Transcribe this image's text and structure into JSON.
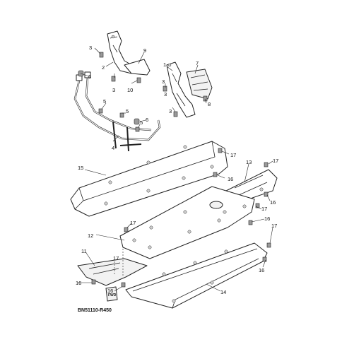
{
  "diagram": {
    "code": "BN51110-R450",
    "callouts": [
      "1",
      "2",
      "3",
      "3",
      "3",
      "3",
      "4",
      "5",
      "5",
      "5",
      "6",
      "6",
      "7",
      "8",
      "9",
      "10",
      "11",
      "12",
      "13",
      "14",
      "15",
      "16",
      "16",
      "16",
      "16",
      "16",
      "16",
      "17",
      "17",
      "17",
      "17",
      "17",
      "17"
    ],
    "fwd_label": "FWD"
  }
}
